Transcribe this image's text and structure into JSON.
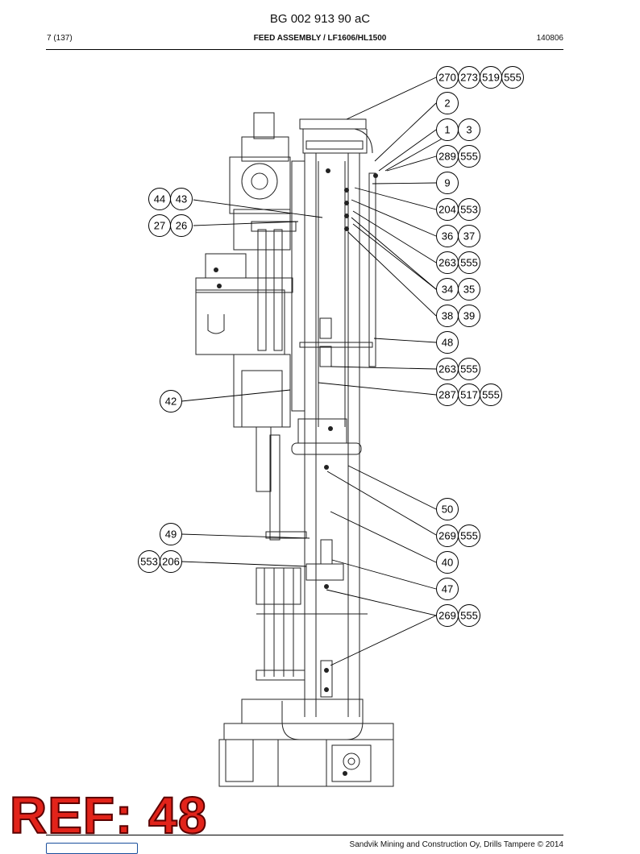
{
  "header": {
    "doc_code": "BG 002 913 90 aC",
    "page": "7 (137)",
    "title": "FEED ASSEMBLY / LF1606/HL1500",
    "date_code": "140806"
  },
  "callouts": [
    {
      "id": "c1",
      "labels": [
        "270",
        "273",
        "519",
        "555"
      ]
    },
    {
      "id": "c2",
      "labels": [
        "2"
      ]
    },
    {
      "id": "c3",
      "labels": [
        "1",
        "3"
      ]
    },
    {
      "id": "c4",
      "labels": [
        "289",
        "555"
      ]
    },
    {
      "id": "c5",
      "labels": [
        "9"
      ]
    },
    {
      "id": "c6",
      "labels": [
        "44",
        "43"
      ]
    },
    {
      "id": "c7",
      "labels": [
        "204",
        "553"
      ]
    },
    {
      "id": "c8",
      "labels": [
        "27",
        "26"
      ]
    },
    {
      "id": "c9",
      "labels": [
        "36",
        "37"
      ]
    },
    {
      "id": "c10",
      "labels": [
        "263",
        "555"
      ]
    },
    {
      "id": "c11",
      "labels": [
        "34",
        "35"
      ]
    },
    {
      "id": "c12",
      "labels": [
        "38",
        "39"
      ]
    },
    {
      "id": "c13",
      "labels": [
        "48"
      ]
    },
    {
      "id": "c14",
      "labels": [
        "263",
        "555"
      ]
    },
    {
      "id": "c15",
      "labels": [
        "42"
      ]
    },
    {
      "id": "c16",
      "labels": [
        "287",
        "517",
        "555"
      ]
    },
    {
      "id": "c17",
      "labels": [
        "50"
      ]
    },
    {
      "id": "c18",
      "labels": [
        "49"
      ]
    },
    {
      "id": "c19",
      "labels": [
        "269",
        "555"
      ]
    },
    {
      "id": "c20",
      "labels": [
        "553",
        "206"
      ]
    },
    {
      "id": "c21",
      "labels": [
        "40"
      ]
    },
    {
      "id": "c22",
      "labels": [
        "47"
      ]
    },
    {
      "id": "c23",
      "labels": [
        "269",
        "555"
      ]
    }
  ],
  "stamp": {
    "text": "REF: 48",
    "color": "#e2231a"
  },
  "footer": {
    "copyright": "Sandvik Mining and Construction Oy, Drills Tampere © 2014"
  }
}
